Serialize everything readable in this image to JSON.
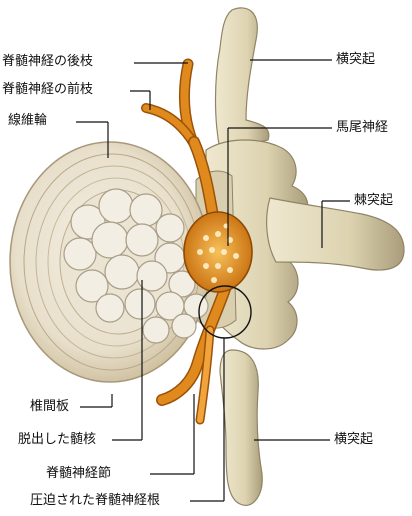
{
  "labels": {
    "posterior_ramus": "脊髄神経の後枝",
    "anterior_ramus": "脊髄神経の前枝",
    "annulus_fibrosus": "線維輪",
    "transverse_process_top": "横突起",
    "cauda_equina": "馬尾神経",
    "spinous_process": "棘突起",
    "intervertebral_disc": "椎間板",
    "herniated_nucleus": "脱出した髄核",
    "transverse_process_bottom": "横突起",
    "spinal_ganglion": "脊髄神経節",
    "compressed_root": "圧迫された脊髄神経根"
  },
  "colors": {
    "bone": "#e6dfc4",
    "bone_shadow": "#a69a78",
    "disc": "#ede6d6",
    "disc_ring": "#b8a888",
    "nucleus": "#f1ebe0",
    "nucleus_shadow": "#b9ad97",
    "nerve": "#e08a1e",
    "nerve_dark": "#9b5208",
    "line": "#111111"
  }
}
